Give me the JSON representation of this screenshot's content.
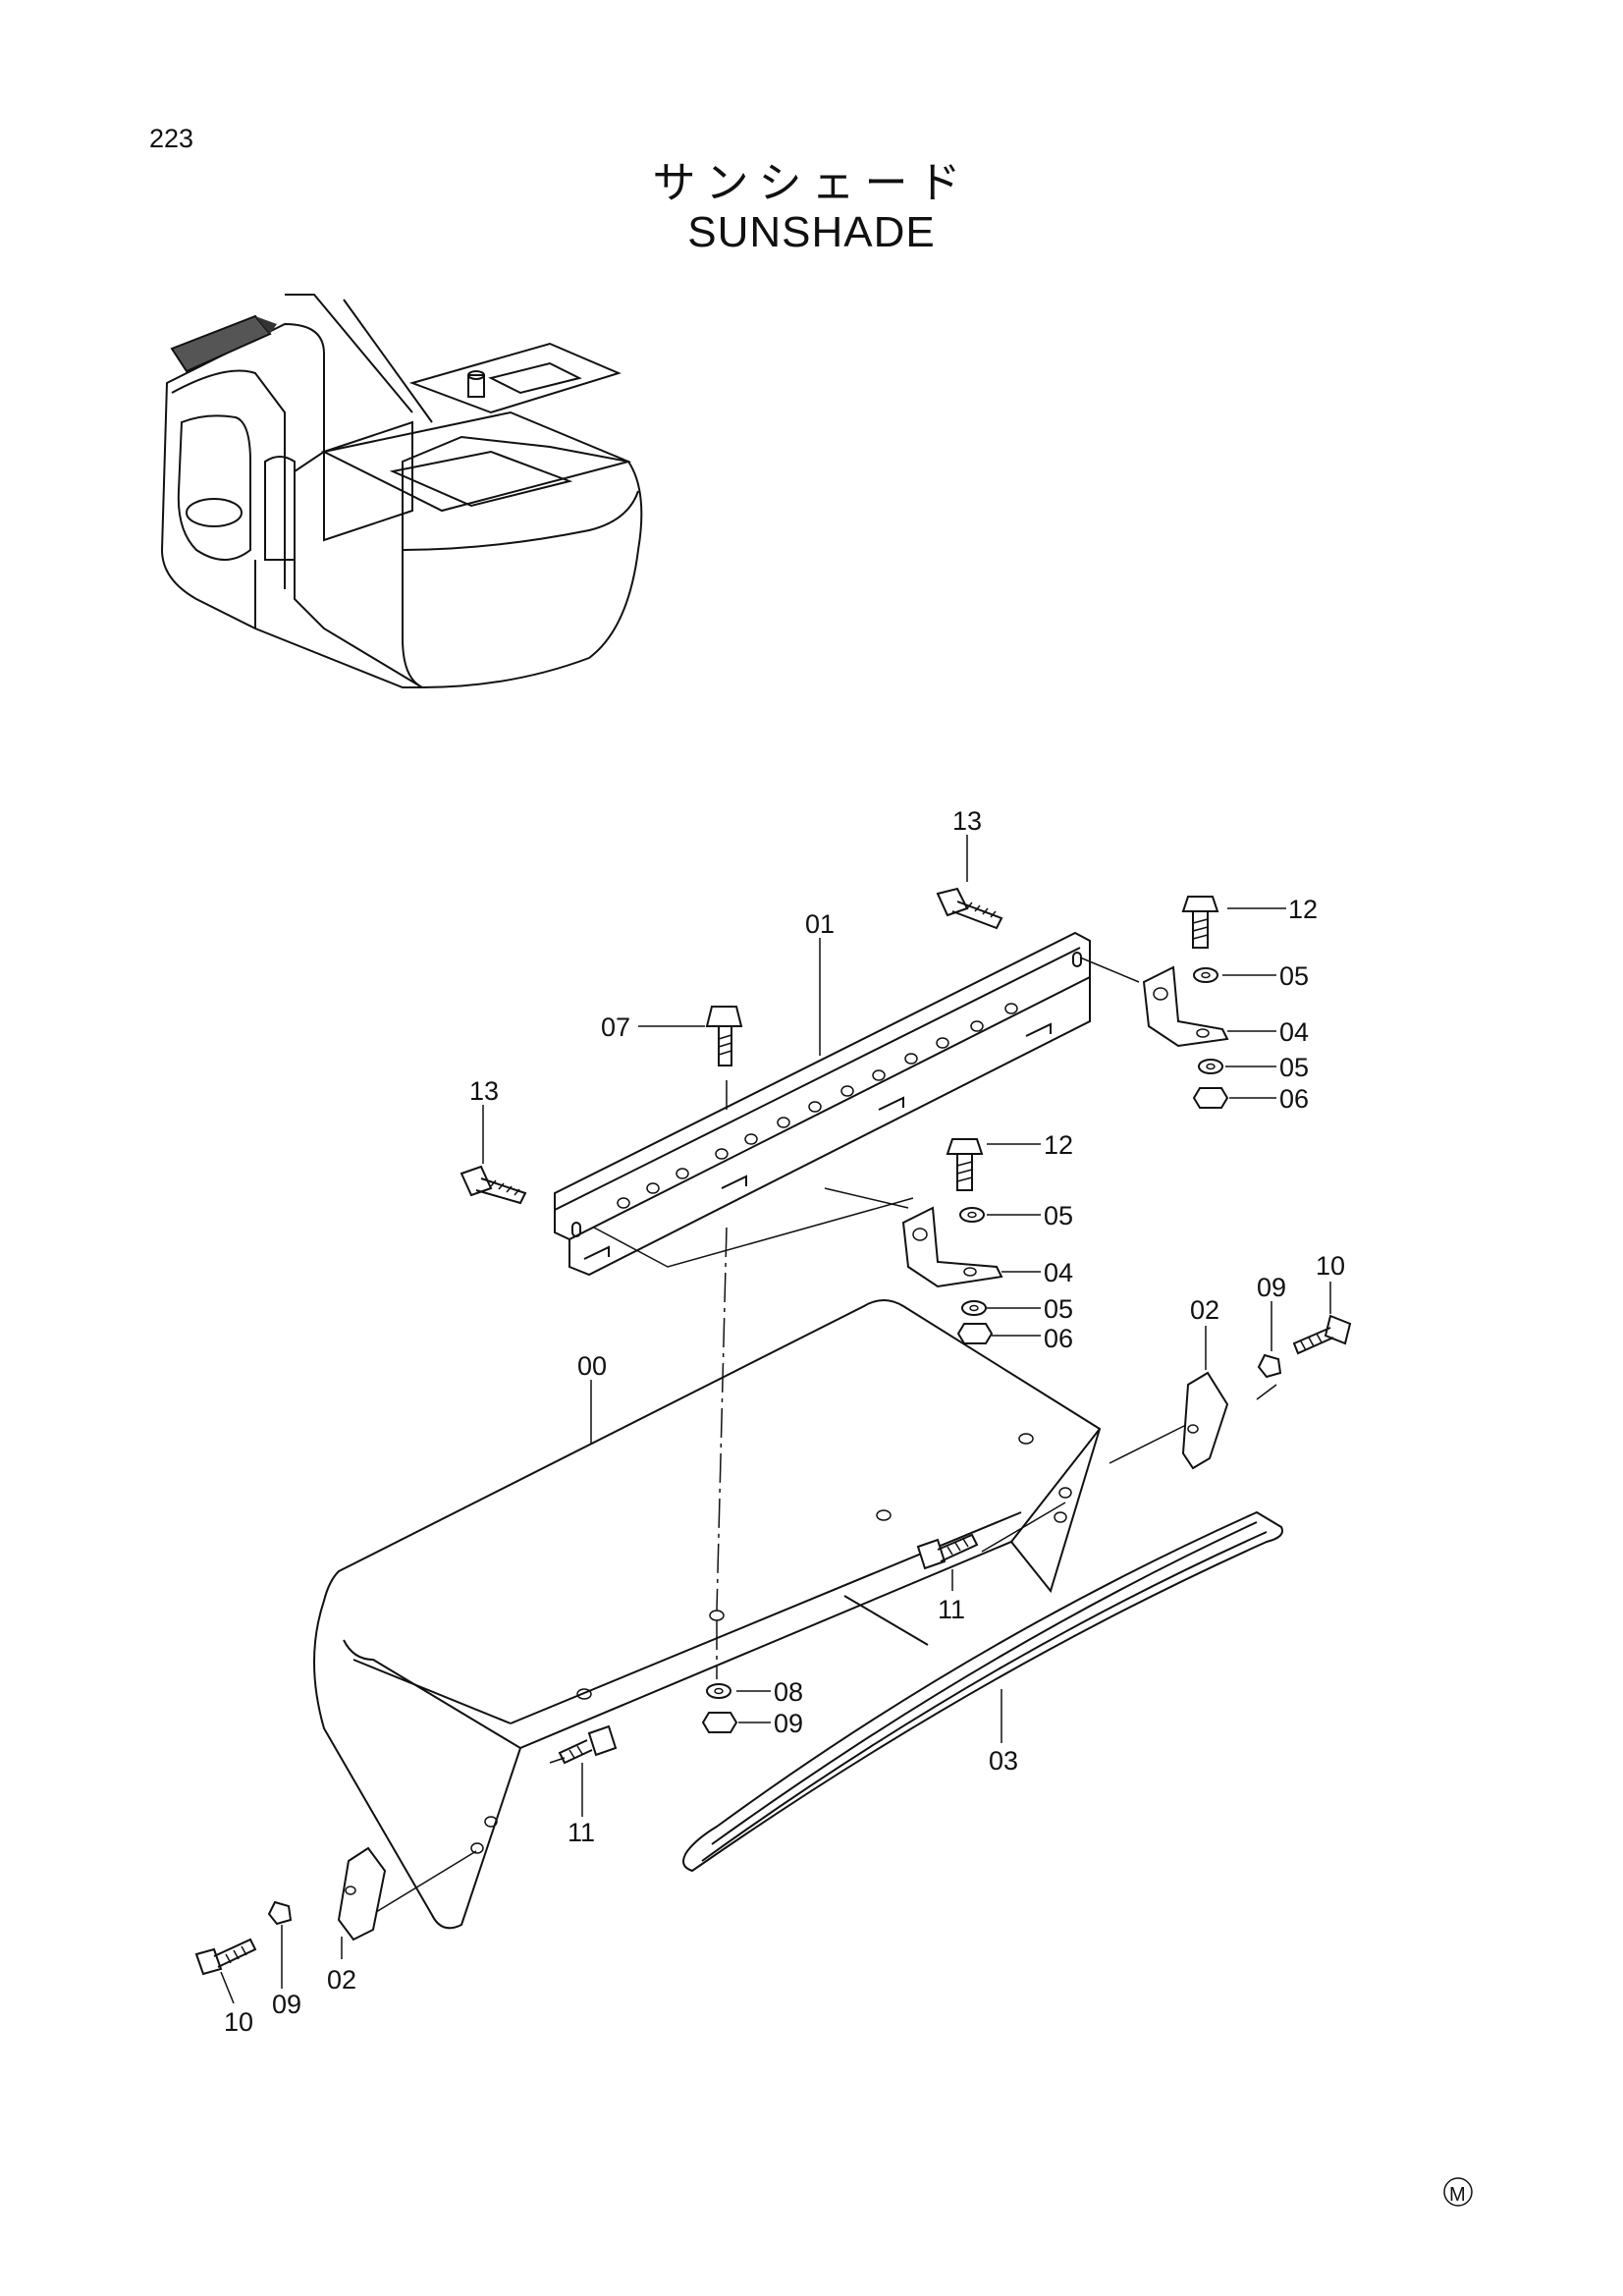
{
  "page_number": "223",
  "title_jp": "サンシェード",
  "title_en": "SUNSHADE",
  "part_labels": {
    "p00": "00",
    "p01": "01",
    "p02_left": "02",
    "p02_right": "02",
    "p03": "03",
    "p04_upper": "04",
    "p04_lower": "04",
    "p05_a": "05",
    "p05_b": "05",
    "p05_c": "05",
    "p05_d": "05",
    "p06_upper": "06",
    "p06_lower": "06",
    "p07": "07",
    "p08": "08",
    "p09_center": "09",
    "p09_left": "09",
    "p09_right": "09",
    "p10_left": "10",
    "p10_right": "10",
    "p11_left": "11",
    "p11_right": "11",
    "p12_upper": "12",
    "p12_lower": "12",
    "p13_upper": "13",
    "p13_left": "13"
  },
  "mark": "M"
}
